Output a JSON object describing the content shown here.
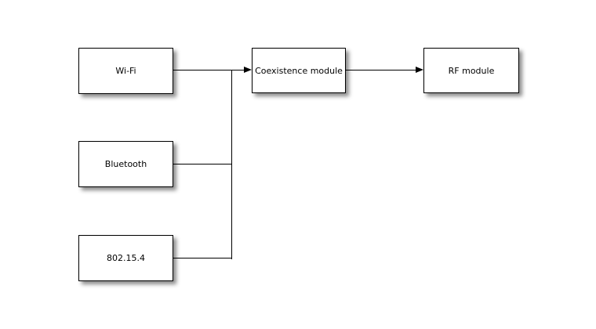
{
  "diagram": {
    "type": "block-diagram",
    "colors": {
      "background": "#ffffff",
      "node_fill": "#ffffff",
      "stroke": "#000000",
      "text": "#000000",
      "shadow": "rgba(0,0,0,0.45)"
    },
    "nodes": {
      "wifi": {
        "label": "Wi-Fi"
      },
      "bluetooth": {
        "label": "Bluetooth"
      },
      "ieee802154": {
        "label": "802.15.4"
      },
      "coexistence": {
        "label": "Coexistence module"
      },
      "rf": {
        "label": "RF module"
      }
    },
    "edges": [
      {
        "from": "Wi-Fi",
        "to": "Coexistence module",
        "arrowhead": true
      },
      {
        "from": "Bluetooth",
        "to": "Coexistence module",
        "arrowhead": true,
        "via": "shared vertical bus"
      },
      {
        "from": "802.15.4",
        "to": "Coexistence module",
        "arrowhead": true,
        "via": "shared vertical bus"
      },
      {
        "from": "Coexistence module",
        "to": "RF module",
        "arrowhead": true
      }
    ]
  }
}
